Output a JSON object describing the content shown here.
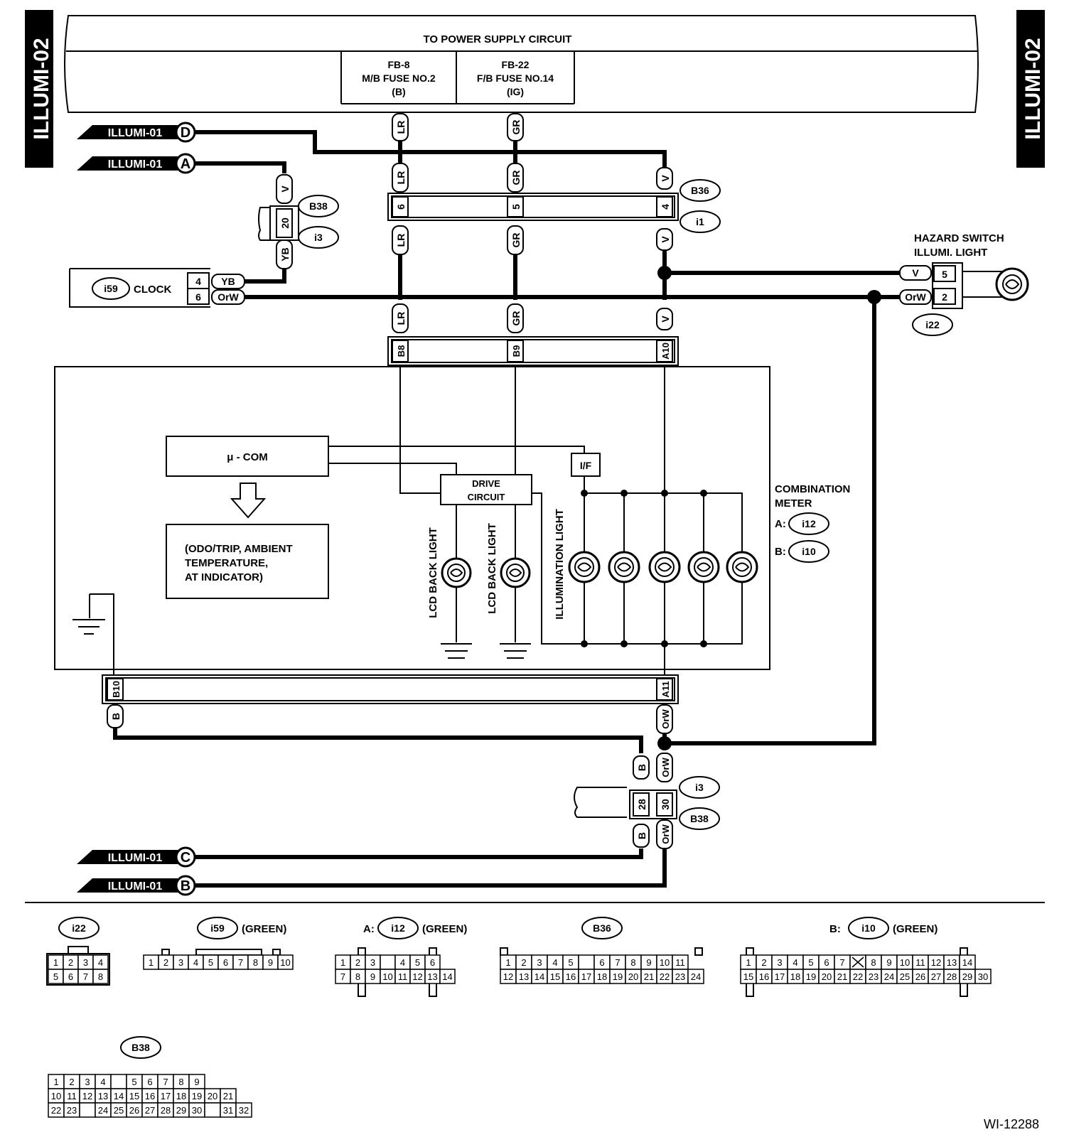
{
  "page_code": "ILLUMI-02",
  "power_supply": {
    "title": "TO POWER SUPPLY CIRCUIT",
    "fuse1": {
      "code": "FB-8",
      "name": "M/B FUSE NO.2",
      "power": "(B)"
    },
    "fuse2": {
      "code": "FB-22",
      "name": "F/B FUSE NO.14",
      "power": "(IG)"
    }
  },
  "refs": {
    "label": "ILLUMI-01",
    "d": "D",
    "a": "A",
    "c": "C",
    "b": "B"
  },
  "wires": {
    "lr": "LR",
    "gr": "GR",
    "v": "V",
    "yb": "YB",
    "orw": "OrW",
    "b": "B"
  },
  "connectors": {
    "b36": "B36",
    "i1": "i1",
    "b38": "B38",
    "i3": "i3",
    "i59": "i59",
    "i22": "i22",
    "i12": "i12",
    "i10": "i10"
  },
  "pins": {
    "c_row1": [
      "6",
      "5",
      "4"
    ],
    "i3_pin": "20",
    "clock_pins": [
      "4",
      "6"
    ],
    "hazard_pins": [
      "5",
      "2"
    ],
    "meter_top": [
      "B8",
      "B9",
      "A10"
    ],
    "meter_bottom": [
      "B10",
      "A11"
    ],
    "bottom_conn": [
      "28",
      "30"
    ]
  },
  "components": {
    "clock": "CLOCK",
    "hazard": [
      "HAZARD SWITCH",
      "ILLUMI. LIGHT"
    ],
    "combination_meter": [
      "COMBINATION",
      "METER"
    ],
    "meter_a": "A:",
    "meter_b": "B:",
    "ucom": "μ - COM",
    "display": [
      "(ODO/TRIP, AMBIENT",
      "TEMPERATURE,",
      "AT INDICATOR)"
    ],
    "drive": [
      "DRIVE",
      "CIRCUIT"
    ],
    "if": "I/F",
    "lcd": "LCD BACK LIGHT",
    "illum": "ILLUMINATION LIGHT"
  },
  "connector_views": {
    "green": "(GREEN)",
    "i22_rows": [
      [
        "1",
        "2",
        "3",
        "4"
      ],
      [
        "5",
        "6",
        "7",
        "8"
      ]
    ],
    "i59_row": [
      "1",
      "2",
      "3",
      "4",
      "5",
      "6",
      "7",
      "8",
      "9",
      "10"
    ],
    "i12_rows": [
      [
        "1",
        "2",
        "3",
        "",
        "4",
        "5",
        "6"
      ],
      [
        "7",
        "8",
        "9",
        "10",
        "11",
        "12",
        "13",
        "14"
      ]
    ],
    "b36_rows": [
      [
        "1",
        "2",
        "3",
        "4",
        "5",
        "",
        "6",
        "7",
        "8",
        "9",
        "10",
        "11"
      ],
      [
        "12",
        "13",
        "14",
        "15",
        "16",
        "17",
        "18",
        "19",
        "20",
        "21",
        "22",
        "23",
        "24"
      ]
    ],
    "i10_rows": [
      [
        "1",
        "2",
        "3",
        "4",
        "5",
        "6",
        "7",
        "",
        "8",
        "9",
        "10",
        "11",
        "12",
        "13",
        "14"
      ],
      [
        "15",
        "16",
        "17",
        "18",
        "19",
        "20",
        "21",
        "22",
        "23",
        "24",
        "25",
        "26",
        "27",
        "28",
        "29",
        "30"
      ]
    ],
    "b38_rows": [
      [
        "1",
        "2",
        "3",
        "4",
        "",
        "5",
        "6",
        "7",
        "8",
        "9"
      ],
      [
        "10",
        "11",
        "12",
        "13",
        "14",
        "15",
        "16",
        "17",
        "18",
        "19",
        "20",
        "21"
      ],
      [
        "22",
        "23",
        "",
        "24",
        "25",
        "26",
        "27",
        "28",
        "29",
        "30",
        "",
        "31",
        "32"
      ]
    ]
  },
  "figure_code": "WI-12288"
}
